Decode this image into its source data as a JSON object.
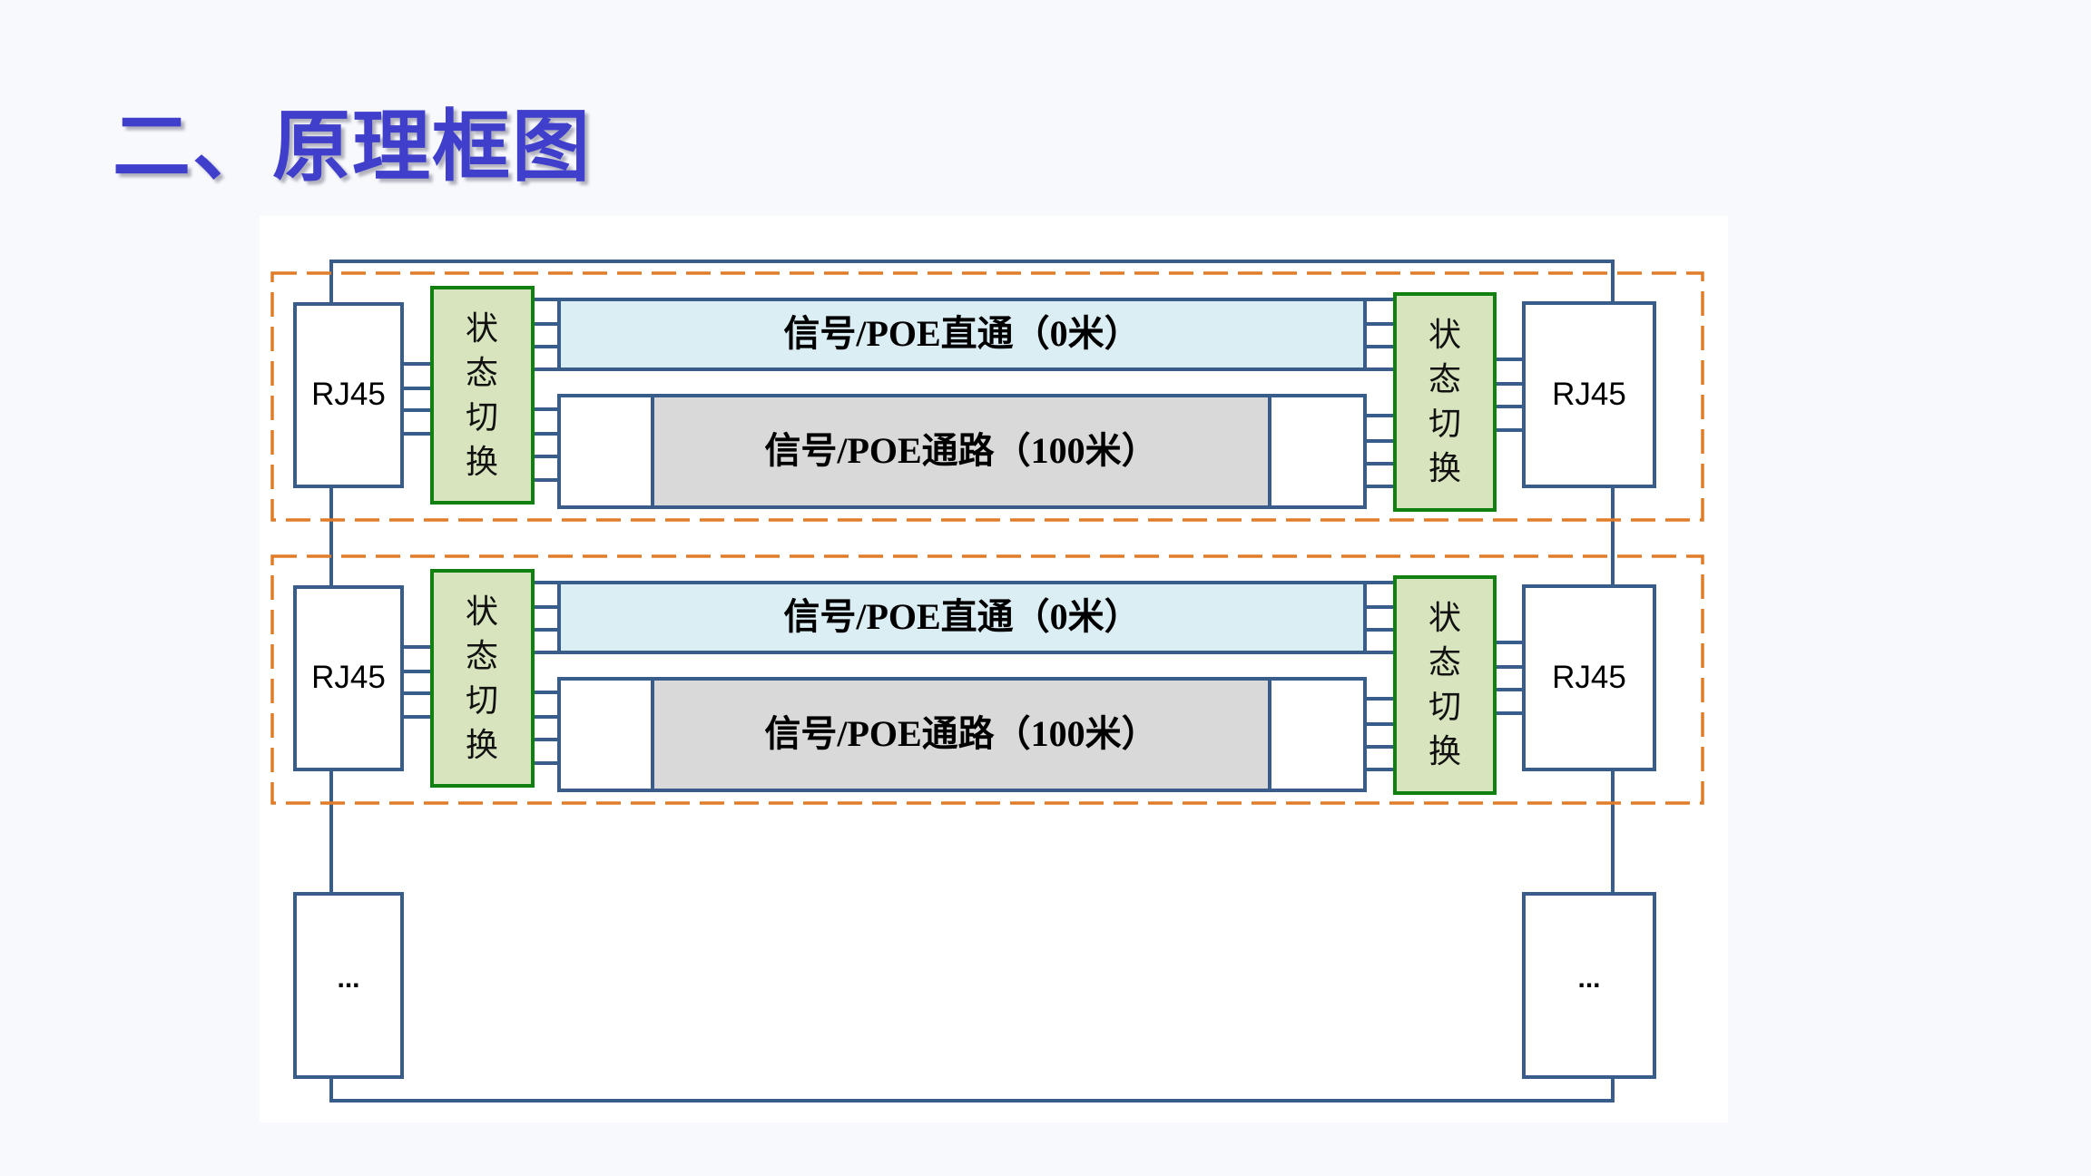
{
  "title": "二、原理框图",
  "colors": {
    "title": "#3f3fcc",
    "wire": "#385d8a",
    "group_border": "#e07b28",
    "switch_fill": "#d7e4bd",
    "switch_border": "#108010",
    "direct_fill": "#dbeef4",
    "path_fill": "#d9d9d9",
    "background": "#f8f9fd"
  },
  "diagram": {
    "groups": [
      {
        "left_port": "RJ45",
        "right_port": "RJ45",
        "left_switch": "状态切换",
        "right_switch": "状态切换",
        "direct_path": "信号/POE直通（0米）",
        "long_path": "信号/POE通路（100米）"
      },
      {
        "left_port": "RJ45",
        "right_port": "RJ45",
        "left_switch": "状态切换",
        "right_switch": "状态切换",
        "direct_path": "信号/POE直通（0米）",
        "long_path": "信号/POE通路（100米）"
      }
    ],
    "more_left": "...",
    "more_right": "..."
  }
}
